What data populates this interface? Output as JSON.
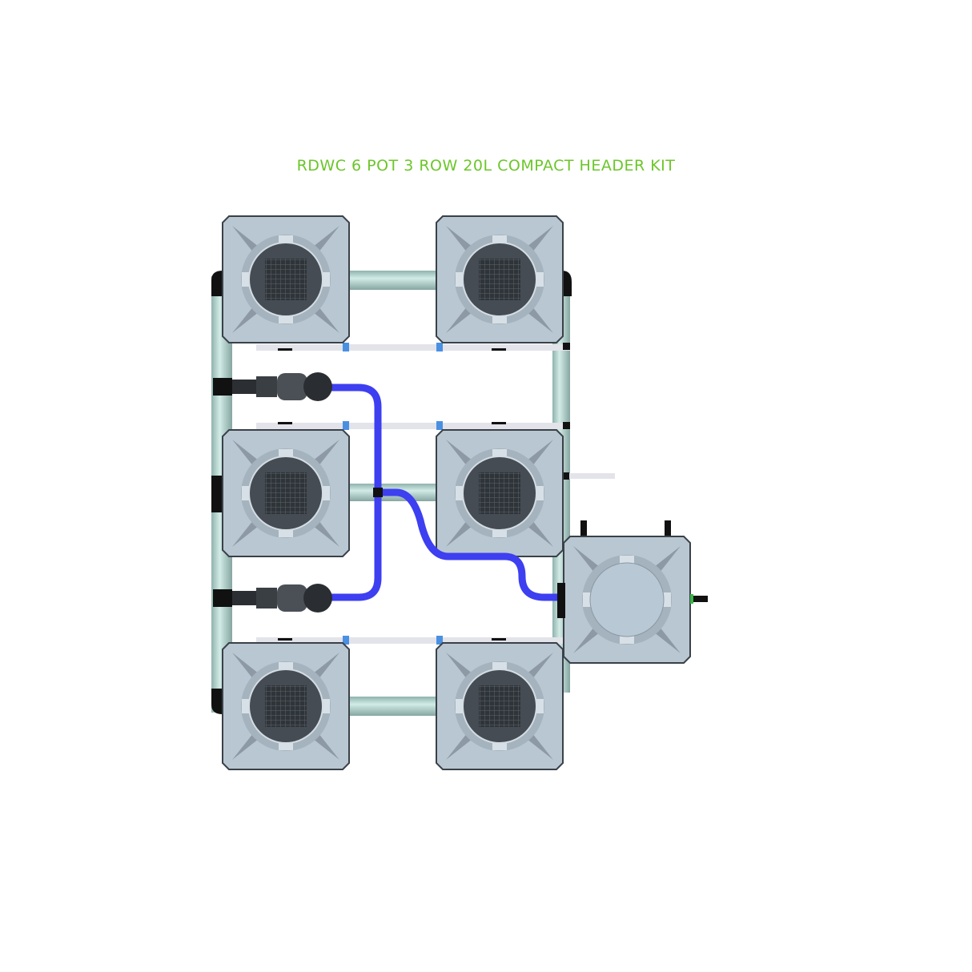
{
  "title": "RDWC 6 POT 3 ROW 20L COMPACT HEADER KIT",
  "colors": {
    "title": "#6cc62a",
    "pot_body": "#b9c7d2",
    "pot_outline": "#3a4148",
    "pipe": "#a9cfc9",
    "hose": "#3d3ff0",
    "rail": "#e3e3ea",
    "fitting_blue": "#4a90e2"
  },
  "components": {
    "pots": 6,
    "rows": 3,
    "reservoir": 1,
    "pumps": 2
  }
}
